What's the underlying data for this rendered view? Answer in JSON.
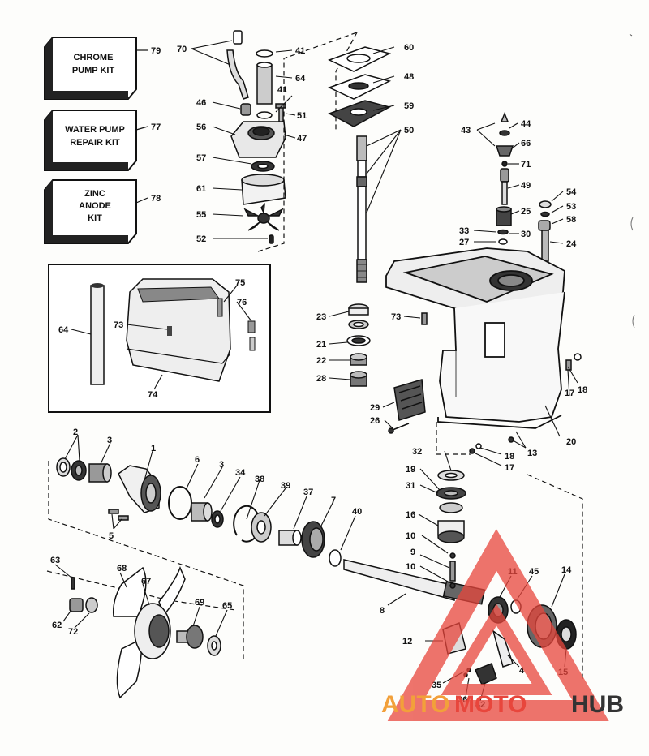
{
  "kits": [
    {
      "line1": "CHROME",
      "line2": "PUMP KIT",
      "line3": "",
      "number": "79"
    },
    {
      "line1": "WATER PUMP",
      "line2": "REPAIR KIT",
      "line3": "",
      "number": "77"
    },
    {
      "line1": "ZINC",
      "line2": "ANODE",
      "line3": "KIT",
      "number": "78"
    }
  ],
  "callouts": {
    "p70": "70",
    "p41a": "41",
    "p64a": "64",
    "p41b": "41",
    "p46": "46",
    "p51": "51",
    "p56": "56",
    "p47": "47",
    "p57": "57",
    "p61": "61",
    "p55": "55",
    "p52": "52",
    "p60": "60",
    "p48": "48",
    "p59": "59",
    "p50": "50",
    "p43": "43",
    "p44": "44",
    "p66": "66",
    "p71": "71",
    "p49": "49",
    "p54": "54",
    "p25": "25",
    "p53": "53",
    "p58": "58",
    "p33": "33",
    "p30": "30",
    "p27": "27",
    "p24": "24",
    "p75": "75",
    "p76": "76",
    "p73a": "73",
    "p64b": "64",
    "p74": "74",
    "p23": "23",
    "p21": "21",
    "p22": "22",
    "p28": "28",
    "p73b": "73",
    "p29": "29",
    "p26": "26",
    "p18a": "18",
    "p17a": "17",
    "p20": "20",
    "p13": "13",
    "p18b": "18",
    "p17b": "17",
    "p2": "2",
    "p3a": "3",
    "p1": "1",
    "p6": "6",
    "p3b": "3",
    "p34": "34",
    "p38": "38",
    "p39": "39",
    "p37": "37",
    "p7": "7",
    "p40": "40",
    "p5": "5",
    "p32": "32",
    "p19": "19",
    "p31": "31",
    "p16": "16",
    "p10a": "10",
    "p9": "9",
    "p10b": "10",
    "p8": "8",
    "p11": "11",
    "p45": "45",
    "p14": "14",
    "p12": "12",
    "p4": "4",
    "p35": "35",
    "p36": "36",
    "p42": "42",
    "p15": "15",
    "p63": "63",
    "p68": "68",
    "p67": "67",
    "p69": "69",
    "p65": "65",
    "p62": "62",
    "p72": "72"
  },
  "watermark": {
    "part1": "AUTO",
    "part2": "MOTO",
    "part3": "HUB"
  },
  "colors": {
    "ink": "#111111",
    "watermark_red": "#e8463c",
    "watermark_orange": "#f2a03a",
    "watermark_dark": "#333333"
  }
}
